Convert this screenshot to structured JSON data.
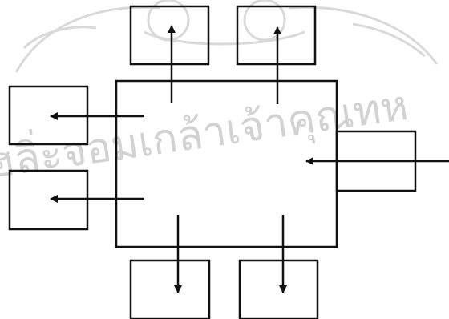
{
  "watermark": {
    "text_main": "ฮลิ่ะจอมเกล้าเจ้าคุณทห",
    "color": "#d2d2d2"
  },
  "diagram": {
    "line_color": "#111111",
    "nodes": [
      {
        "id": "center",
        "label": ""
      },
      {
        "id": "top-left",
        "label": ""
      },
      {
        "id": "top-right",
        "label": ""
      },
      {
        "id": "left-upper",
        "label": ""
      },
      {
        "id": "left-lower",
        "label": ""
      },
      {
        "id": "right",
        "label": ""
      },
      {
        "id": "bottom-left",
        "label": ""
      },
      {
        "id": "bottom-right",
        "label": ""
      }
    ]
  }
}
